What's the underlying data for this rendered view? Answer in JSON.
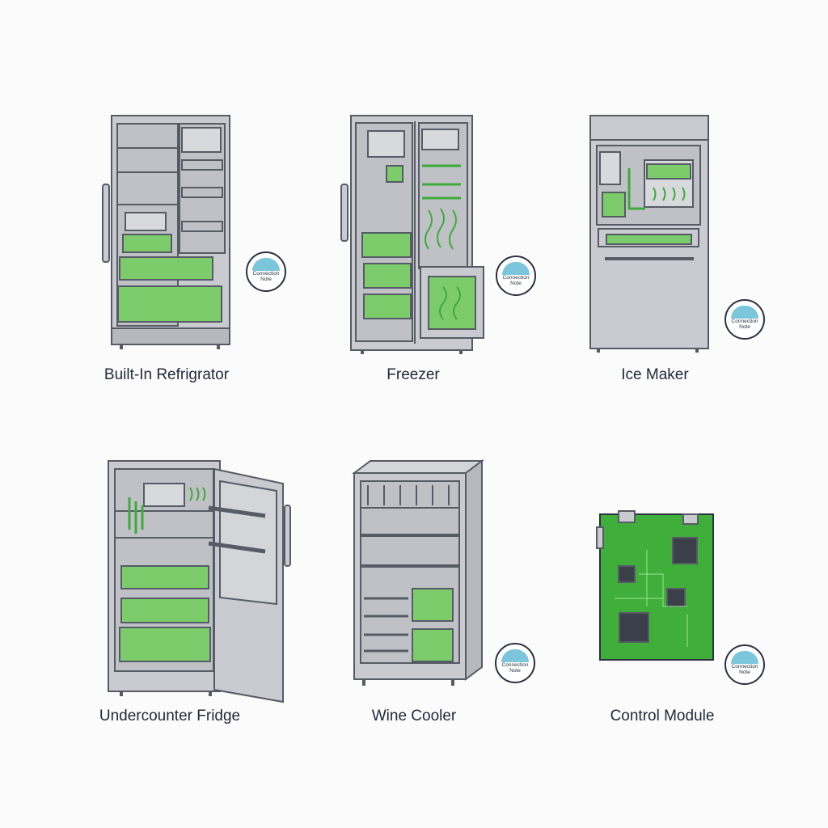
{
  "items": [
    {
      "name": "built-in-refrigerator",
      "label": "Built-In Refrigrator"
    },
    {
      "name": "freezer",
      "label": "Freezer"
    },
    {
      "name": "ice-maker",
      "label": "Ice Maker"
    },
    {
      "name": "undercounter-fridge",
      "label": "Undercounter Fridge"
    },
    {
      "name": "wine-cooler",
      "label": "Wine Cooler"
    },
    {
      "name": "control-module",
      "label": "Control Module"
    }
  ],
  "badge": {
    "text": "Connection Note",
    "icon": "wave-icon"
  },
  "colors": {
    "body": "#c9cbd0",
    "outline": "#565b66",
    "accent": "#7ccc6c",
    "pcb": "#3fae3a",
    "text": "#222a3a"
  }
}
